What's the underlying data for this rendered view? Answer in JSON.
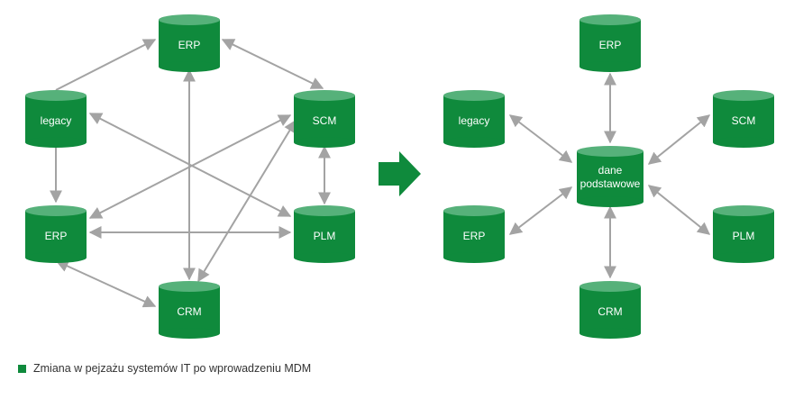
{
  "colors": {
    "node_fill": "#0f8a3c",
    "node_top": "#56b17a",
    "arrow": "#a3a3a3",
    "transition_arrow": "#0f8a3c"
  },
  "left_diagram": {
    "nodes": {
      "erp_top": "ERP",
      "legacy": "legacy",
      "scm": "SCM",
      "erp_left": "ERP",
      "plm": "PLM",
      "crm": "CRM"
    }
  },
  "right_diagram": {
    "nodes": {
      "center_line1": "dane",
      "center_line2": "podstawowe",
      "erp_top": "ERP",
      "legacy": "legacy",
      "scm": "SCM",
      "erp_left": "ERP",
      "plm": "PLM",
      "crm": "CRM"
    }
  },
  "caption": {
    "text": "Zmiana w pejzażu systemów IT po wprowadzeniu MDM"
  }
}
